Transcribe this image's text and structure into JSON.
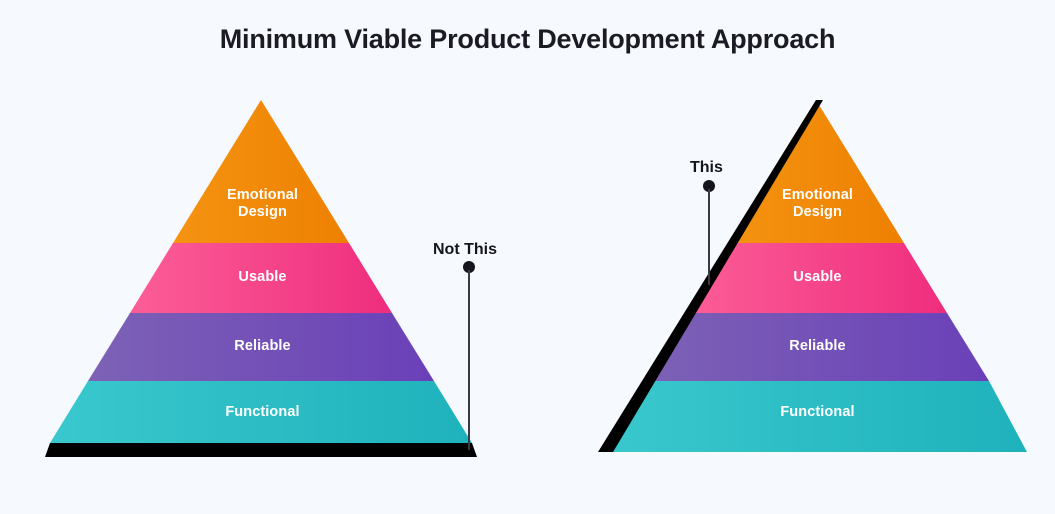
{
  "page": {
    "title": "Minimum Viable Product Development Approach",
    "background_color": "#f6f9fd"
  },
  "colors": {
    "emotional_design_from": "#f59312",
    "emotional_design_to": "#ee8000",
    "usable_from": "#fc5e97",
    "usable_to": "#ef2d7e",
    "reliable_from": "#7d62b6",
    "reliable_to": "#6a40b8",
    "functional_from": "#39c8cd",
    "functional_to": "#1fb2bc",
    "emphasis": "#000000",
    "label_text": "#ffffff",
    "title_text": "#1b1b24"
  },
  "chart_data": {
    "type": "pyramid",
    "title": "Minimum Viable Product Development Approach",
    "layers": [
      {
        "label": "Emotional\nDesign",
        "level": 4,
        "color": "#f59312"
      },
      {
        "label": "Usable",
        "level": 3,
        "color": "#fc5e97"
      },
      {
        "label": "Reliable",
        "level": 2,
        "color": "#7d62b6"
      },
      {
        "label": "Functional",
        "level": 1,
        "color": "#39c8cd"
      }
    ]
  },
  "pyramid_left": {
    "name": "not-this-pyramid",
    "layers": [
      {
        "label": "Emotional\nDesign"
      },
      {
        "label": "Usable"
      },
      {
        "label": "Reliable"
      },
      {
        "label": "Functional"
      }
    ],
    "callout": {
      "text": "Not This"
    },
    "emphasis": "bottom-base"
  },
  "pyramid_right": {
    "name": "this-pyramid",
    "layers": [
      {
        "label": "Emotional\nDesign"
      },
      {
        "label": "Usable"
      },
      {
        "label": "Reliable"
      },
      {
        "label": "Functional"
      }
    ],
    "callout": {
      "text": "This"
    },
    "emphasis": "left-edge"
  }
}
